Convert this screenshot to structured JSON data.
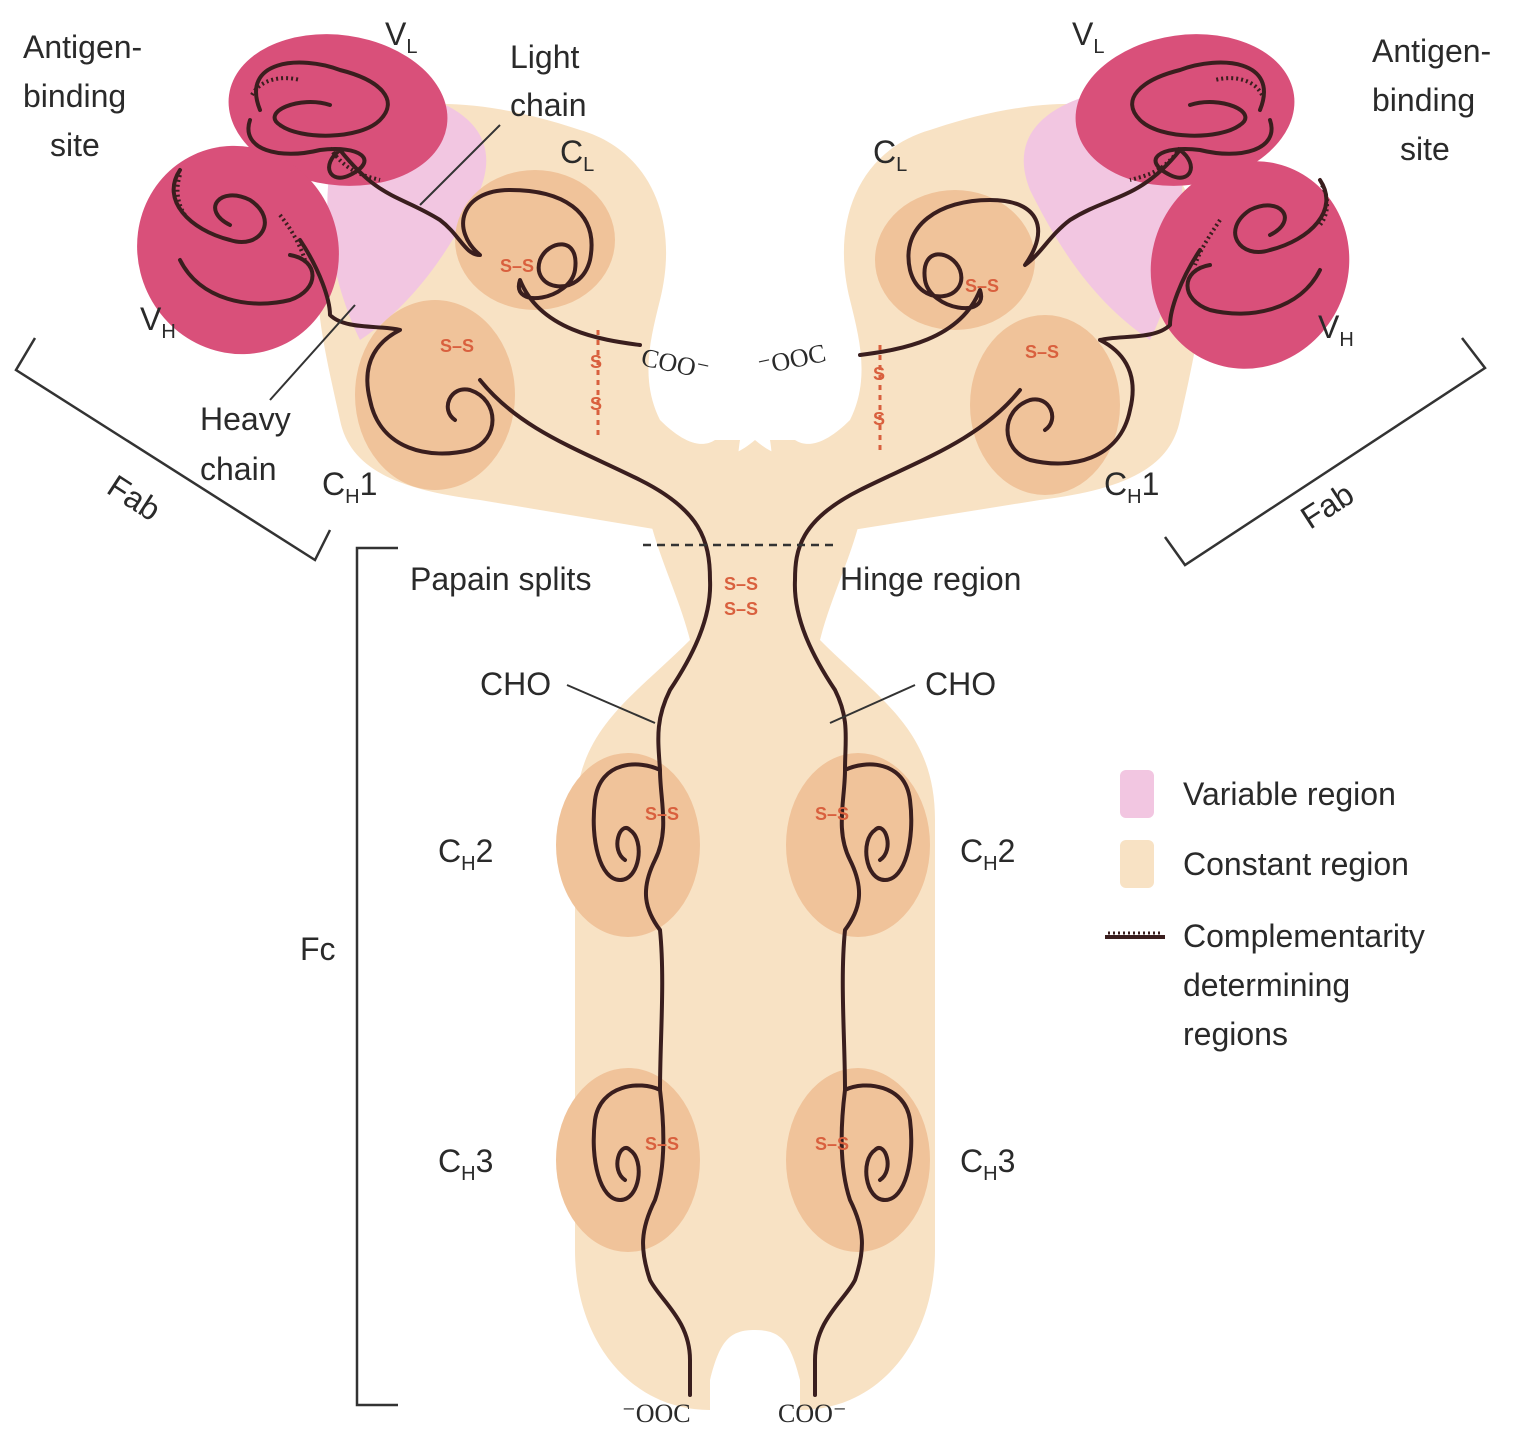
{
  "labels": {
    "antigen_left": [
      "Antigen-",
      "binding",
      "site"
    ],
    "antigen_right": [
      "Antigen-",
      "binding",
      "site"
    ],
    "light_chain": [
      "Light",
      "chain"
    ],
    "heavy_chain": [
      "Heavy",
      "chain"
    ],
    "papain": "Papain splits",
    "hinge": "Hinge region",
    "cho": "CHO",
    "fab": "Fab",
    "fc": "Fc",
    "coo": "COO⁻",
    "ooc": "⁻OOC",
    "ss": "S–S",
    "s": "S",
    "domain_c": "C",
    "domain_v": "V",
    "sub_l": "L",
    "sub_h": "H",
    "n1": "1",
    "n2": "2",
    "n3": "3"
  },
  "legend": {
    "variable": "Variable region",
    "constant": "Constant region",
    "cdr": [
      "Complementarity",
      "determining",
      "regions"
    ]
  },
  "colors": {
    "variable_dark": "#d9507a",
    "variable_light": "#f2c6e1",
    "constant_light": "#f8e2c4",
    "constant_domain": "#f0c39a",
    "chain": "#3a1e1e",
    "disulfide": "#d9603e"
  }
}
